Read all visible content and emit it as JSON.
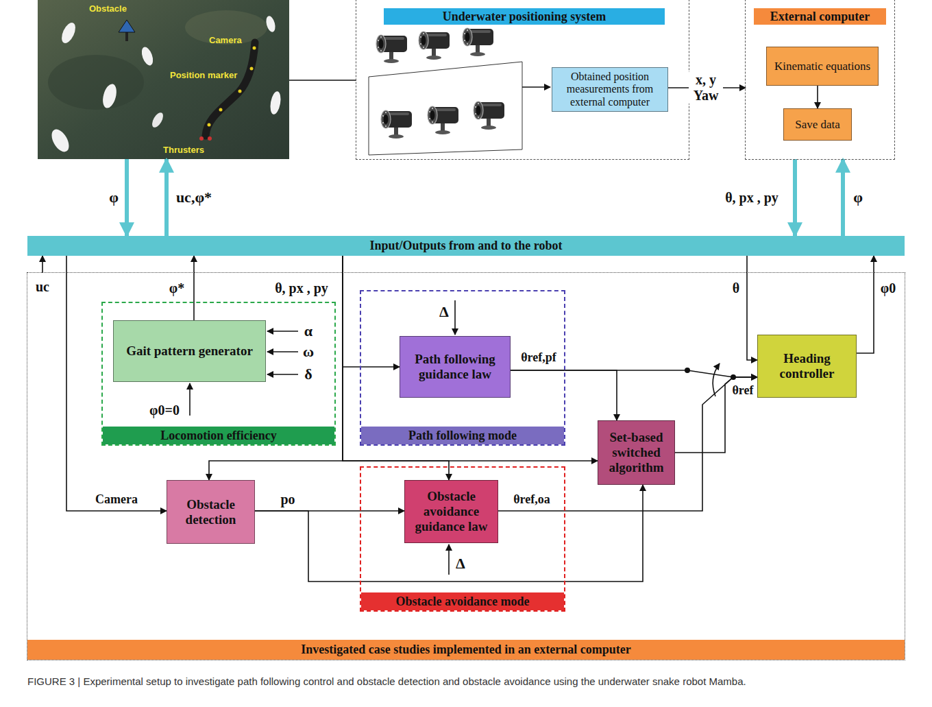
{
  "diagram": {
    "caption": "FIGURE 3 | Experimental setup to investigate path following control and obstacle detection and obstacle avoidance using the underwater snake robot Mamba.",
    "nodes": [
      {
        "text": [
          "Obstacle",
          "Camera",
          "Position marker",
          "Thrusters"
        ]
      },
      {
        "text": [
          "Underwater positioning system"
        ]
      },
      {
        "text": [
          "Obtained position measurements from external computer"
        ],
        "in": 1
      },
      {
        "text": [
          "External computer"
        ]
      },
      {
        "text": [
          "Kinematic equations"
        ],
        "in": 3
      },
      {
        "text": [
          "Save data"
        ],
        "in": 3
      },
      {
        "text": [
          "Input/Outputs from and to the robot"
        ]
      },
      {
        "text": [
          "Investigated case studies implemented in an external computer"
        ]
      },
      {
        "text": [
          "Locomotion efficiency"
        ],
        "in": 7
      },
      {
        "text": [
          "Gait pattern generator"
        ],
        "in": 8
      },
      {
        "text": [
          "Path following mode"
        ],
        "in": 7
      },
      {
        "text": [
          "Path following guidance law"
        ],
        "in": 10
      },
      {
        "text": [
          "Heading controller"
        ],
        "in": 7
      },
      {
        "text": [
          "Set-based switched algorithm"
        ],
        "in": 7
      },
      {
        "text": [
          "Obstacle detection"
        ],
        "in": 7
      },
      {
        "text": [
          "Obstacle avoidance mode"
        ],
        "in": 7
      },
      {
        "text": [
          "Obstacle avoidance guidance law"
        ],
        "in": 15
      }
    ],
    "edges": [
      {
        "from": 0,
        "to": 1,
        "arrow": "none"
      },
      {
        "from": 2,
        "to": 3,
        "label": "x, y Yaw",
        "arrow": "to"
      },
      {
        "from": 4,
        "to": 5,
        "arrow": "to"
      },
      {
        "from": 0,
        "to": 6,
        "label": "φ",
        "arrow": "to"
      },
      {
        "from": 6,
        "to": 0,
        "label": "uc,φ*",
        "arrow": "to"
      },
      {
        "from": 3,
        "to": 6,
        "label": "θ, px , py",
        "arrow": "to"
      },
      {
        "from": 6,
        "to": 3,
        "label": "φ",
        "arrow": "to"
      },
      {
        "from": 7,
        "to": 6,
        "label": "uc",
        "arrow": "to"
      },
      {
        "from": 9,
        "to": 6,
        "label": "φ*",
        "arrow": "to"
      },
      {
        "from": 6,
        "to": 14,
        "label": "Camera",
        "arrow": "to"
      },
      {
        "from": 6,
        "to": 11,
        "label": "θ, px , py",
        "arrow": "to"
      },
      {
        "from": 6,
        "to": 14,
        "arrow": "to"
      },
      {
        "from": 6,
        "to": 16,
        "arrow": "to"
      },
      {
        "from": 6,
        "to": 13,
        "arrow": "to"
      },
      {
        "from": 6,
        "to": 12,
        "label": "θ",
        "arrow": "to"
      },
      {
        "from": 12,
        "to": 6,
        "label": "φ0",
        "arrow": "to"
      },
      {
        "from": 11,
        "to": 12,
        "label": "θref,pf",
        "arrow": "to"
      },
      {
        "from": 11,
        "to": 13,
        "arrow": "to"
      },
      {
        "from": 14,
        "to": 16,
        "label": "po",
        "arrow": "to"
      },
      {
        "from": 14,
        "to": 13,
        "arrow": "to"
      },
      {
        "from": 16,
        "to": 12,
        "label": "θref,oa",
        "arrow": "to"
      },
      {
        "from": 13,
        "to": 12,
        "arrow": "to"
      }
    ],
    "labels": [
      "α",
      "ω",
      "δ",
      "φ0=0",
      "Δ",
      "Δ",
      "θref"
    ]
  }
}
